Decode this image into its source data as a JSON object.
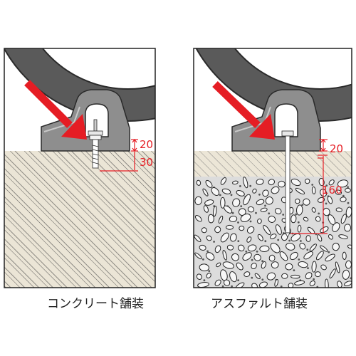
{
  "colors": {
    "tire": "#5a5a5a",
    "block": "#8e8e8e",
    "concrete": "#ebe5d6",
    "asphalt_top": "#ece6d7",
    "aggregate_bg": "#dcdcdc",
    "accent_red": "#e51d24"
  },
  "left_panel": {
    "caption": "コンクリート舗装",
    "dim_top": "20",
    "dim_bottom": "30"
  },
  "right_panel": {
    "caption": "アスファルト舗装",
    "dim_top": "20",
    "dim_bottom": "160"
  }
}
